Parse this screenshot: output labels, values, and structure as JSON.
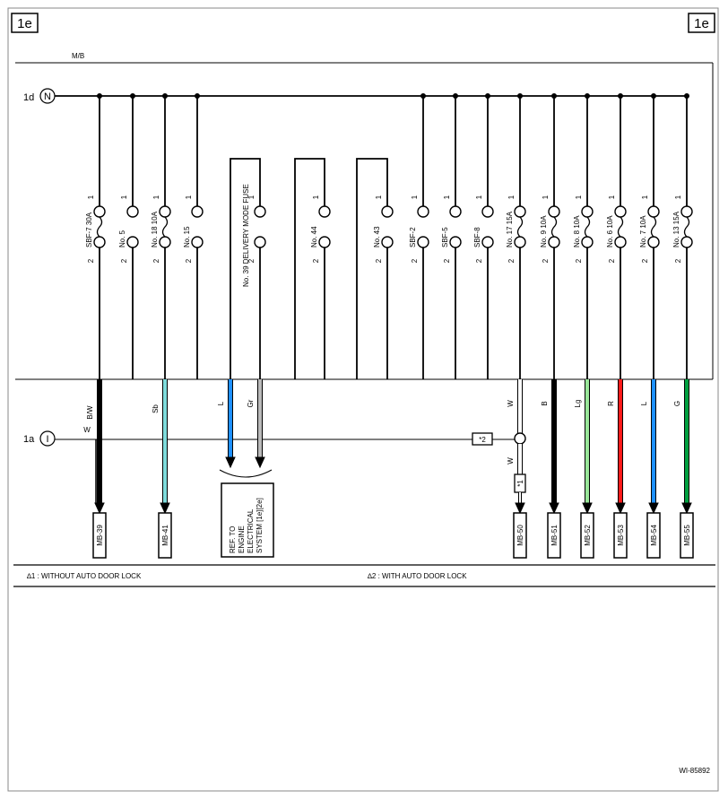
{
  "page": {
    "corner_left": "1e",
    "corner_right": "1e",
    "mb_label": "M/B",
    "ref_n": "1d",
    "ref_n_symbol": "N",
    "ref_i": "1a",
    "ref_i_symbol": "I",
    "figure_id": "WI-85892"
  },
  "fuses": [
    {
      "id": "sbf7",
      "name": "SBF-7  30A",
      "pin1": "1",
      "pin2": "2",
      "symbol": "fuse"
    },
    {
      "id": "no5",
      "name": "No. 5",
      "pin1": "1",
      "pin2": "2",
      "symbol": "relay"
    },
    {
      "id": "no18",
      "name": "No. 18  10A",
      "pin1": "1",
      "pin2": "2",
      "symbol": "fuse"
    },
    {
      "id": "no15",
      "name": "No. 15",
      "pin1": "1",
      "pin2": "2",
      "symbol": "relay"
    },
    {
      "id": "no39",
      "name": "No. 39  DELIVERY MODE FUSE",
      "pin1": "1",
      "pin2": "2",
      "symbol": "relay"
    },
    {
      "id": "no44",
      "name": "No. 44",
      "pin1": "1",
      "pin2": "2",
      "symbol": "relay"
    },
    {
      "id": "no43",
      "name": "No. 43",
      "pin1": "1",
      "pin2": "2",
      "symbol": "relay"
    },
    {
      "id": "sbf2",
      "name": "SBF-2",
      "pin1": "1",
      "pin2": "2",
      "symbol": "relay"
    },
    {
      "id": "sbf5",
      "name": "SBF-5",
      "pin1": "1",
      "pin2": "2",
      "symbol": "relay"
    },
    {
      "id": "sbf8",
      "name": "SBF-8",
      "pin1": "1",
      "pin2": "2",
      "symbol": "relay"
    },
    {
      "id": "no17",
      "name": "No. 17  15A",
      "pin1": "1",
      "pin2": "2",
      "symbol": "fuse"
    },
    {
      "id": "no9",
      "name": "No. 9  10A",
      "pin1": "1",
      "pin2": "2",
      "symbol": "fuse"
    },
    {
      "id": "no8",
      "name": "No. 8  10A",
      "pin1": "1",
      "pin2": "2",
      "symbol": "fuse"
    },
    {
      "id": "no6",
      "name": "No. 6  10A",
      "pin1": "1",
      "pin2": "2",
      "symbol": "fuse"
    },
    {
      "id": "no7",
      "name": "No. 7  10A",
      "pin1": "1",
      "pin2": "2",
      "symbol": "fuse"
    },
    {
      "id": "no13",
      "name": "No. 13  15A",
      "pin1": "1",
      "pin2": "2",
      "symbol": "fuse"
    }
  ],
  "wires": [
    {
      "id": "bw",
      "label": "B/W",
      "color": "#000000"
    },
    {
      "id": "w_i",
      "label": "W",
      "color": "#000000"
    },
    {
      "id": "sb",
      "label": "Sb",
      "color": "#7fdcdc"
    },
    {
      "id": "l1",
      "label": "L",
      "color": "#1e90ff"
    },
    {
      "id": "gr",
      "label": "Gr",
      "color": "#bbbbbb"
    },
    {
      "id": "w1",
      "label": "W",
      "color": "#ffffff"
    },
    {
      "id": "w2",
      "label": "W",
      "color": "#ffffff"
    },
    {
      "id": "b",
      "label": "B",
      "color": "#000000"
    },
    {
      "id": "lg",
      "label": "Lg",
      "color": "#99e699"
    },
    {
      "id": "r",
      "label": "R",
      "color": "#ff1a1a"
    },
    {
      "id": "l2",
      "label": "L",
      "color": "#1e90ff"
    },
    {
      "id": "g",
      "label": "G",
      "color": "#00a040"
    }
  ],
  "connectors": [
    {
      "id": "mb39",
      "label": "MB-39"
    },
    {
      "id": "mb41",
      "label": "MB-41"
    },
    {
      "id": "mb50",
      "label": "MB-50"
    },
    {
      "id": "mb51",
      "label": "MB-51"
    },
    {
      "id": "mb52",
      "label": "MB-52"
    },
    {
      "id": "mb53",
      "label": "MB-53"
    },
    {
      "id": "mb54",
      "label": "MB-54"
    },
    {
      "id": "mb55",
      "label": "MB-55"
    }
  ],
  "reference_box": {
    "lines": [
      "REF. TO",
      "ENGINE",
      "ELECTRICAL",
      "SYSTEM [1e][2e]"
    ]
  },
  "notes": {
    "mark1": "*1",
    "mark2": "*2",
    "note1": "∆1  : WITHOUT AUTO DOOR LOCK",
    "note2": "∆2  : WITH AUTO DOOR LOCK"
  }
}
